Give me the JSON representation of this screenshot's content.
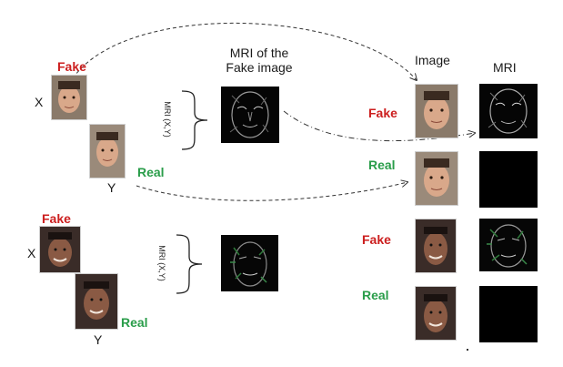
{
  "labels": {
    "fake": "Fake",
    "real": "Real",
    "x": "X",
    "y": "Y",
    "mri_xy": "MRI (X,Y)",
    "mri_title_line1": "MRI of the",
    "mri_title_line2": "Fake image",
    "col_image": "Image",
    "col_mri": "MRI"
  },
  "colors": {
    "fake": "#cc1f1f",
    "real": "#2a9d4a"
  }
}
